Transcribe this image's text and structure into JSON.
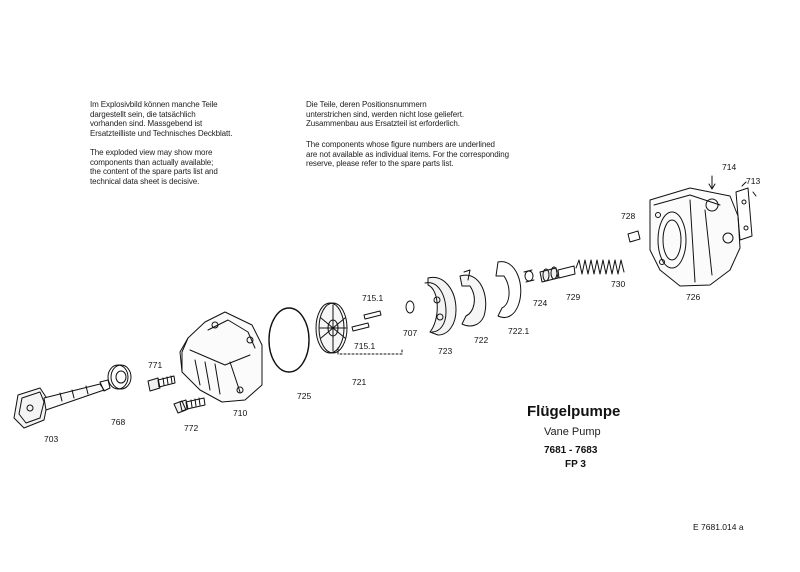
{
  "notes": {
    "de_left": [
      "Im Explosivbild können manche Teile",
      "dargestellt sein, die tatsächlich",
      "vorhanden sind. Massgebend ist",
      "Ersatzteilliste und Technisches Deckblatt."
    ],
    "en_left": [
      "The exploded view may show more",
      "components than actually available;",
      "the content of the spare parts list and",
      "technical data sheet is decisive."
    ],
    "de_right": [
      "Die Teile, deren Positionsnummern",
      "unterstrichen sind, werden nicht lose geliefert.",
      "Zusammenbau aus Ersatzteil ist erforderlich."
    ],
    "en_right": [
      "The components whose figure numbers are underlined",
      "are not available as individual items. For the corresponding",
      "reserve, please refer to the spare parts list."
    ]
  },
  "labels": {
    "p703": "703",
    "p768": "768",
    "p771": "771",
    "p772": "772",
    "p710": "710",
    "p725": "725",
    "p715_1a": "715.1",
    "p715_1b": "715.1",
    "p721": "721",
    "p707": "707",
    "p723": "723",
    "p722": "722",
    "p722_1": "722.1",
    "p724": "724",
    "p729": "729",
    "p730": "730",
    "p728": "728",
    "p726": "726",
    "p714": "714",
    "p713": "713"
  },
  "title": {
    "main": "Flügelpumpe",
    "sub": "Vane Pump",
    "models": "7681 - 7683",
    "fp": "FP 3"
  },
  "ref": "E  7681.014  a"
}
